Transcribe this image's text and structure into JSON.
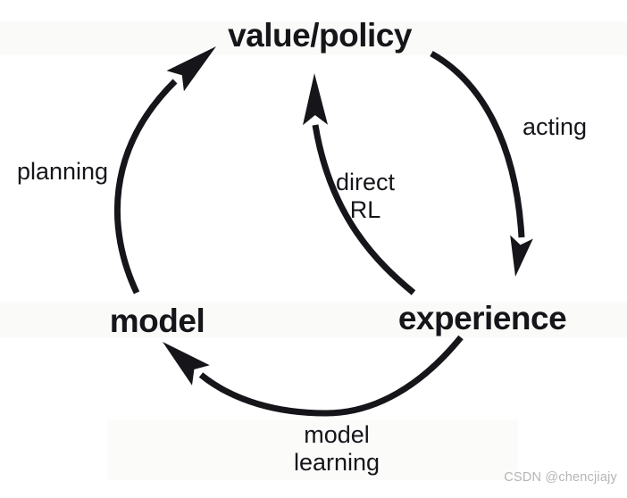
{
  "diagram": {
    "nodes": {
      "value_policy": {
        "label": "value/policy"
      },
      "experience": {
        "label": "experience"
      },
      "model": {
        "label": "model"
      }
    },
    "edges": {
      "acting": {
        "label": "acting",
        "from": "value_policy",
        "to": "experience"
      },
      "direct_rl": {
        "label_line1": "direct",
        "label_line2": "RL",
        "from": "experience",
        "to": "value_policy"
      },
      "planning": {
        "label": "planning",
        "from": "model",
        "to": "value_policy"
      },
      "model_learning": {
        "label_line1": "model",
        "label_line2": "learning",
        "from": "experience",
        "to": "model"
      }
    }
  },
  "colors": {
    "ink": "#15151a",
    "watermark": "#b5b5b5",
    "background": "#ffffff"
  },
  "watermark": {
    "text": "CSDN @chencjiajy"
  }
}
